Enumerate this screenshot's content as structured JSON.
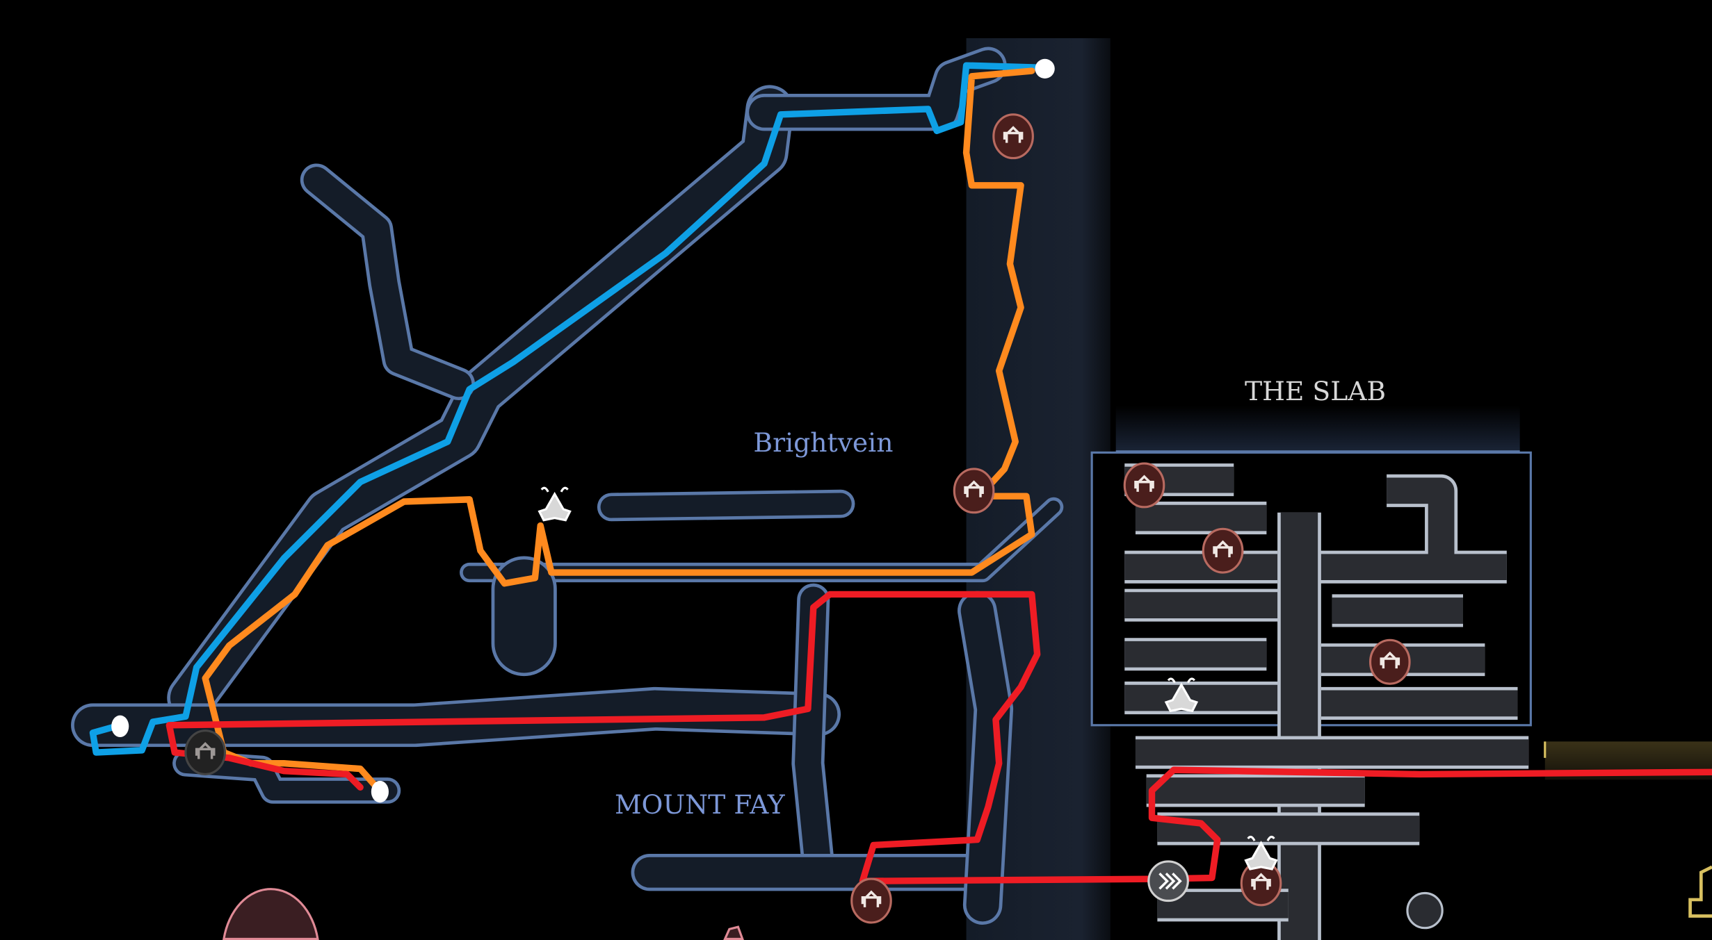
{
  "map": {
    "areas": {
      "brightvein": "Brightvein",
      "the_slab": "THE SLAB",
      "mount_fay": "MOUNT FAY"
    },
    "colors": {
      "background": "#000000",
      "room_fill": "#141c28",
      "room_outline": "#5a78a8",
      "slab_fill": "#2a2c31",
      "slab_outline": "#b8c0cc",
      "label_blue": "#7d98d8",
      "label_white": "#d8d8d8"
    },
    "routes": [
      {
        "name": "blue-route",
        "color": "#0ea0e6"
      },
      {
        "name": "orange-route",
        "color": "#ff8a1e"
      },
      {
        "name": "red-route",
        "color": "#ee1c24"
      }
    ],
    "icons": {
      "bench": "bench-icon",
      "vendor": "shell-vendor-icon",
      "fast_travel": "fast-travel-icon",
      "endpoint": "route-endpoint-marker"
    }
  }
}
